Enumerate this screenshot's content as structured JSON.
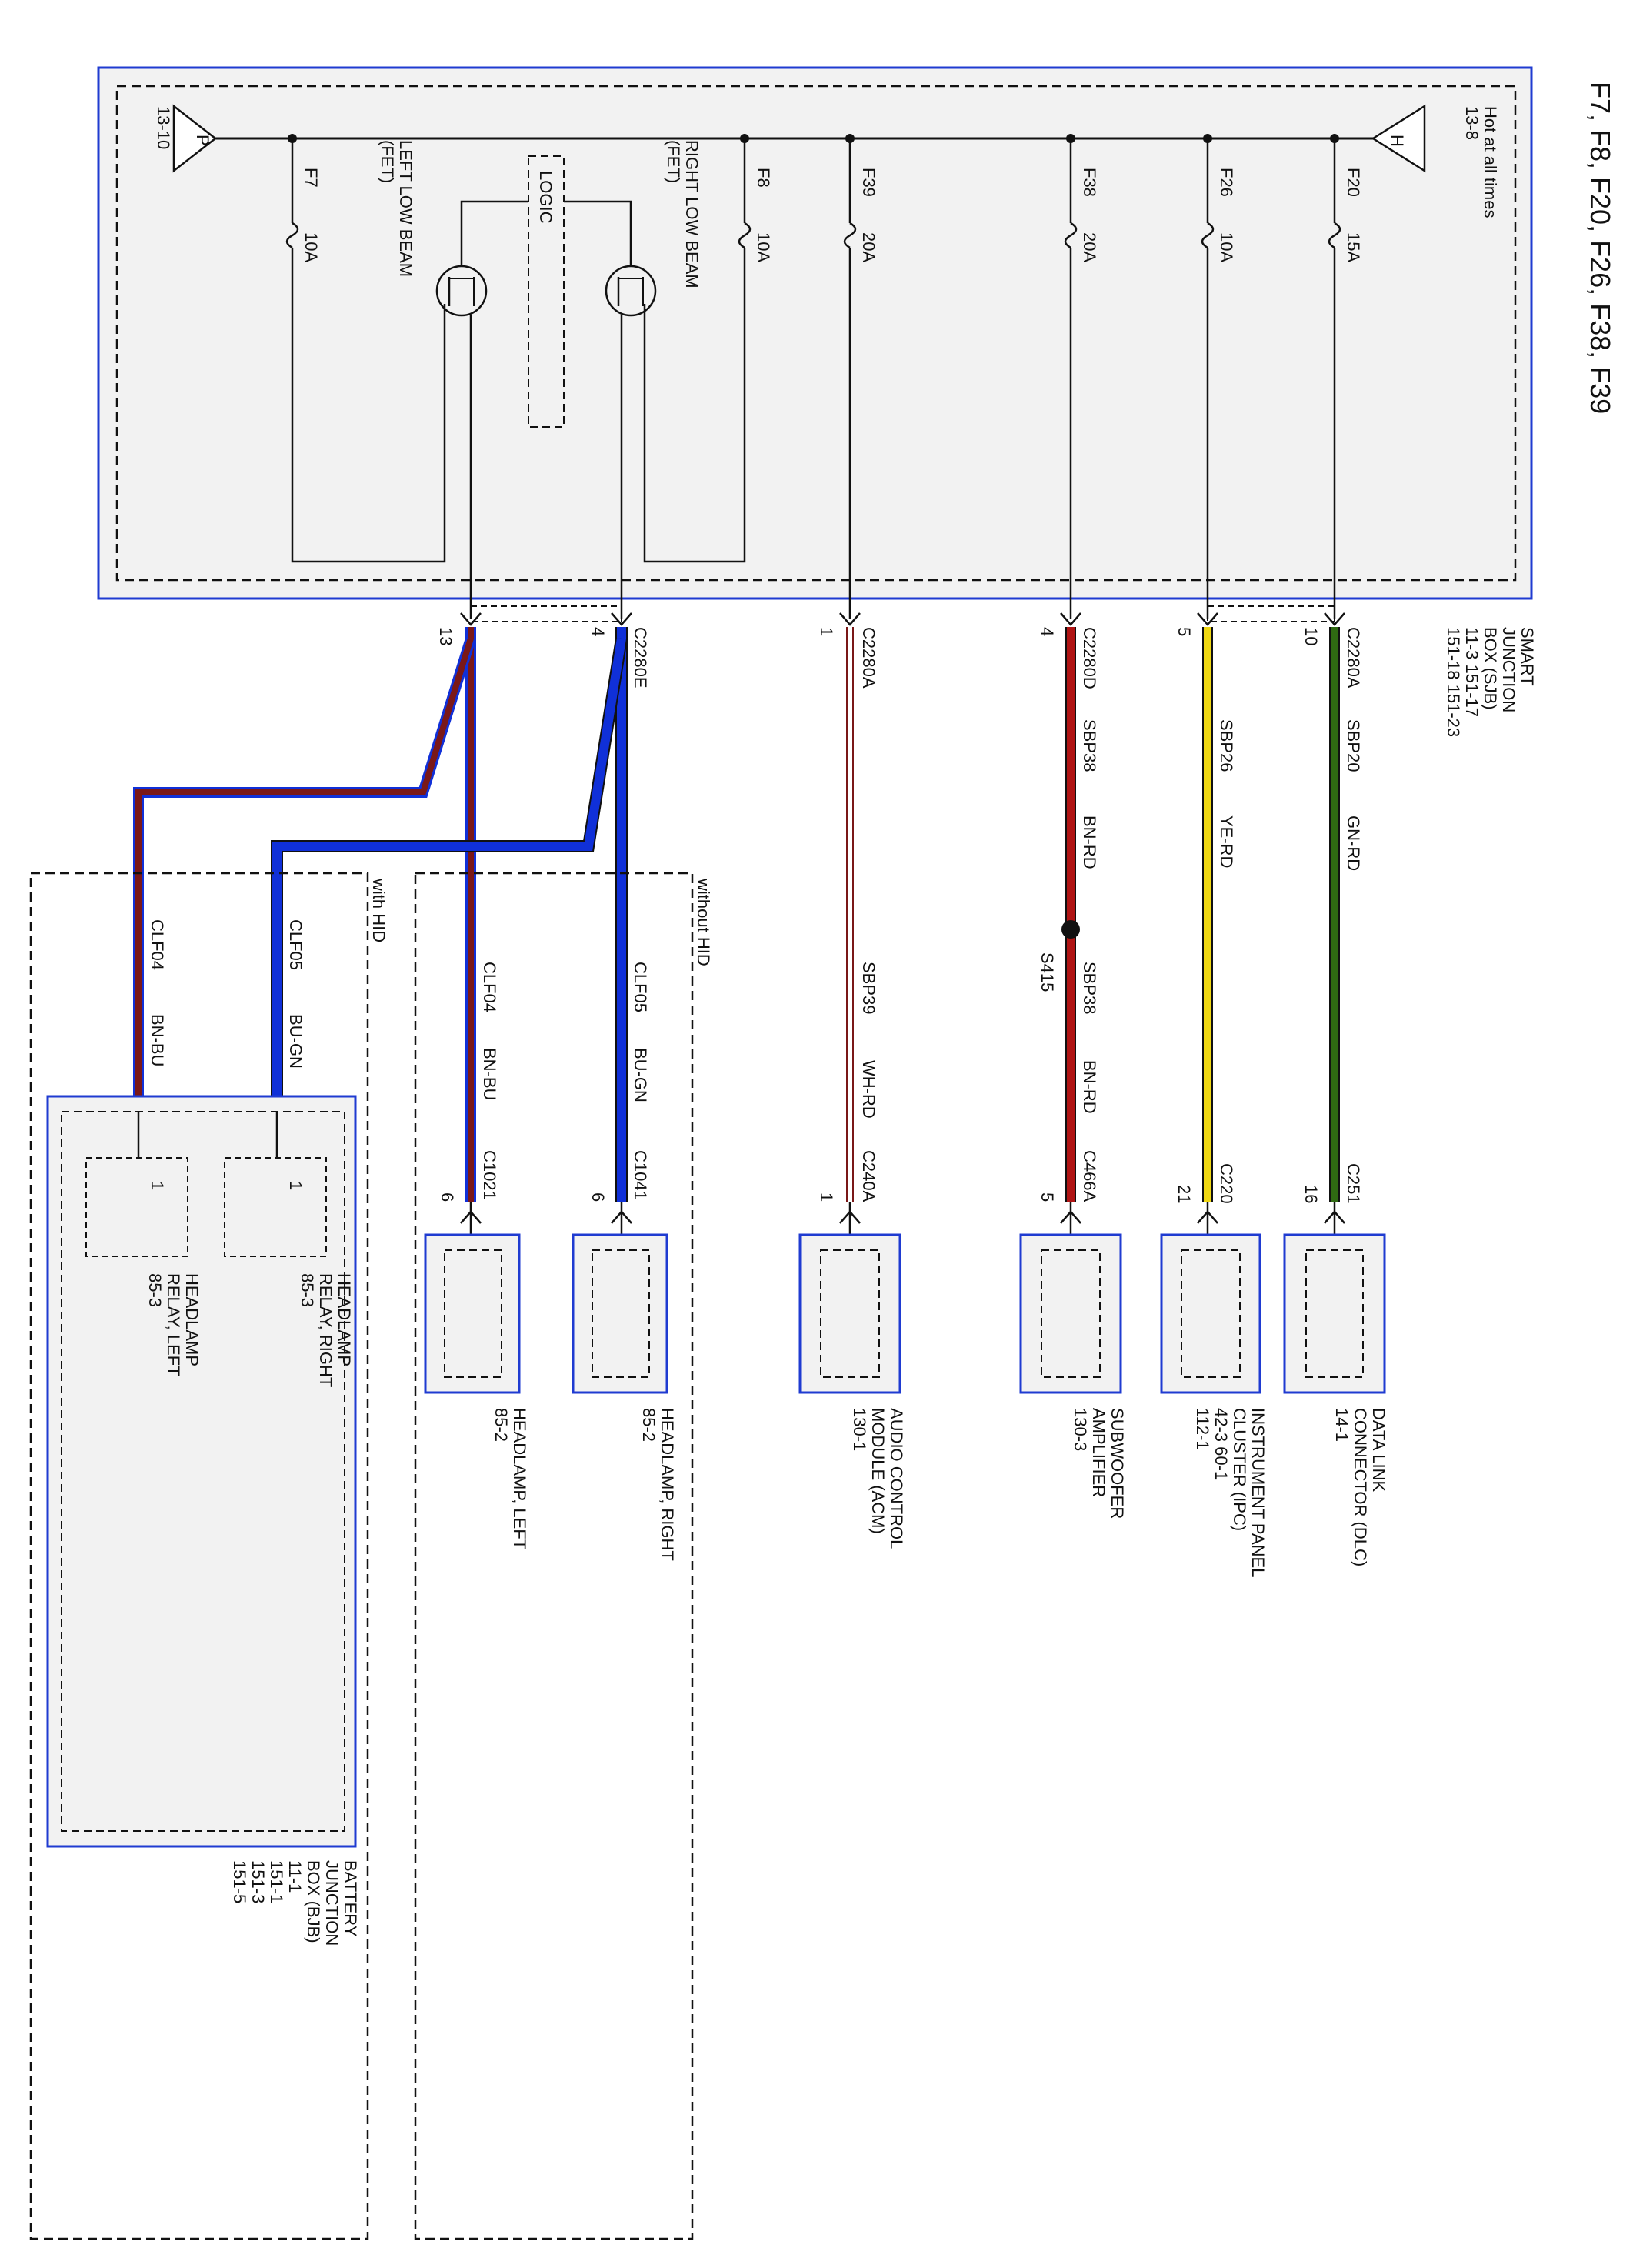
{
  "title": "F7, F8, F20, F26, F38, F39",
  "colors": {
    "box_border": "#1f3bd1",
    "box_fill": "#f2f2f2",
    "wire": "#222222",
    "brown": "#7a1818",
    "blue": "#1030d8",
    "green": "#2f6a12",
    "yellow": "#f0d812",
    "red": "#b01414",
    "white": "#ffffff"
  },
  "sjb": {
    "hot_label": "Hot at all times",
    "hot_ref": "13-8",
    "hot_letter": "H",
    "p_letter": "P",
    "p_ref": "13-10",
    "name_lines": [
      "SMART",
      "JUNCTION",
      "BOX (SJB)",
      "11-3    151-17",
      "151-18  151-23"
    ],
    "logic_label": "LOGIC",
    "right_fet_lines": [
      "RIGHT LOW BEAM",
      "(FET)"
    ],
    "left_fet_lines": [
      "LEFT LOW BEAM",
      "(FET)"
    ]
  },
  "fuses": [
    {
      "name": "F20",
      "rating": "15A"
    },
    {
      "name": "F26",
      "rating": "10A"
    },
    {
      "name": "F38",
      "rating": "20A"
    },
    {
      "name": "F39",
      "rating": "20A"
    },
    {
      "name": "F8",
      "rating": "10A"
    },
    {
      "name": "F7",
      "rating": "10A"
    }
  ],
  "circuits": [
    {
      "sjb_connector": "C2280A",
      "sjb_pin": "10",
      "circuit": "SBP20",
      "color": "GN-RD",
      "dev_connector": "C251",
      "dev_pin": "16",
      "device_lines": [
        "DATA LINK",
        "CONNECTOR (DLC)",
        "14-1"
      ]
    },
    {
      "sjb_connector": "",
      "sjb_pin": "5",
      "circuit": "SBP26",
      "color": "YE-RD",
      "dev_connector": "C220",
      "dev_pin": "21",
      "device_lines": [
        "INSTRUMENT PANEL",
        "CLUSTER (IPC)",
        "42-3   60-1",
        "112-1"
      ]
    },
    {
      "sjb_connector": "C2280D",
      "sjb_pin": "4",
      "circuit": "SBP38",
      "color": "BN-RD",
      "splice": "S415",
      "circuit2": "SBP38",
      "color2": "BN-RD",
      "dev_connector": "C466A",
      "dev_pin": "5",
      "device_lines": [
        "SUBWOOFER",
        "AMPLIFIER",
        "130-3"
      ]
    },
    {
      "sjb_connector": "C2280A",
      "sjb_pin": "1",
      "circuit": "SBP39",
      "color": "WH-RD",
      "dev_connector": "C240A",
      "dev_pin": "1",
      "device_lines": [
        "AUDIO CONTROL",
        "MODULE (ACM)",
        "130-1"
      ]
    }
  ],
  "headlamp": {
    "sjb_connector": "C2280E",
    "right_pin": "4",
    "left_pin": "13",
    "without_hid_label": "without HID",
    "with_hid_label": "with HID",
    "right": {
      "circuit": "CLF05",
      "color": "BU-GN",
      "dev_connector": "C1041",
      "dev_pin": "6",
      "device_lines": [
        "HEADLAMP, RIGHT",
        "85-2"
      ]
    },
    "left": {
      "circuit": "CLF04",
      "color": "BN-BU",
      "dev_connector": "C1021",
      "dev_pin": "6",
      "device_lines": [
        "HEADLAMP, LEFT",
        "85-2"
      ]
    },
    "hid_right": {
      "circuit": "CLF05",
      "color": "BU-GN",
      "pin": "1",
      "device_lines": [
        "HEADLAMP",
        "RELAY, RIGHT",
        "85-3"
      ]
    },
    "hid_left": {
      "circuit": "CLF04",
      "color": "BN-BU",
      "pin": "1",
      "device_lines": [
        "HEADLAMP",
        "RELAY, LEFT",
        "85-3"
      ]
    },
    "bjb_lines": [
      "BATTERY",
      "JUNCTION",
      "BOX (BJB)",
      "11-1",
      "151-1",
      "151-3",
      "151-5"
    ]
  }
}
